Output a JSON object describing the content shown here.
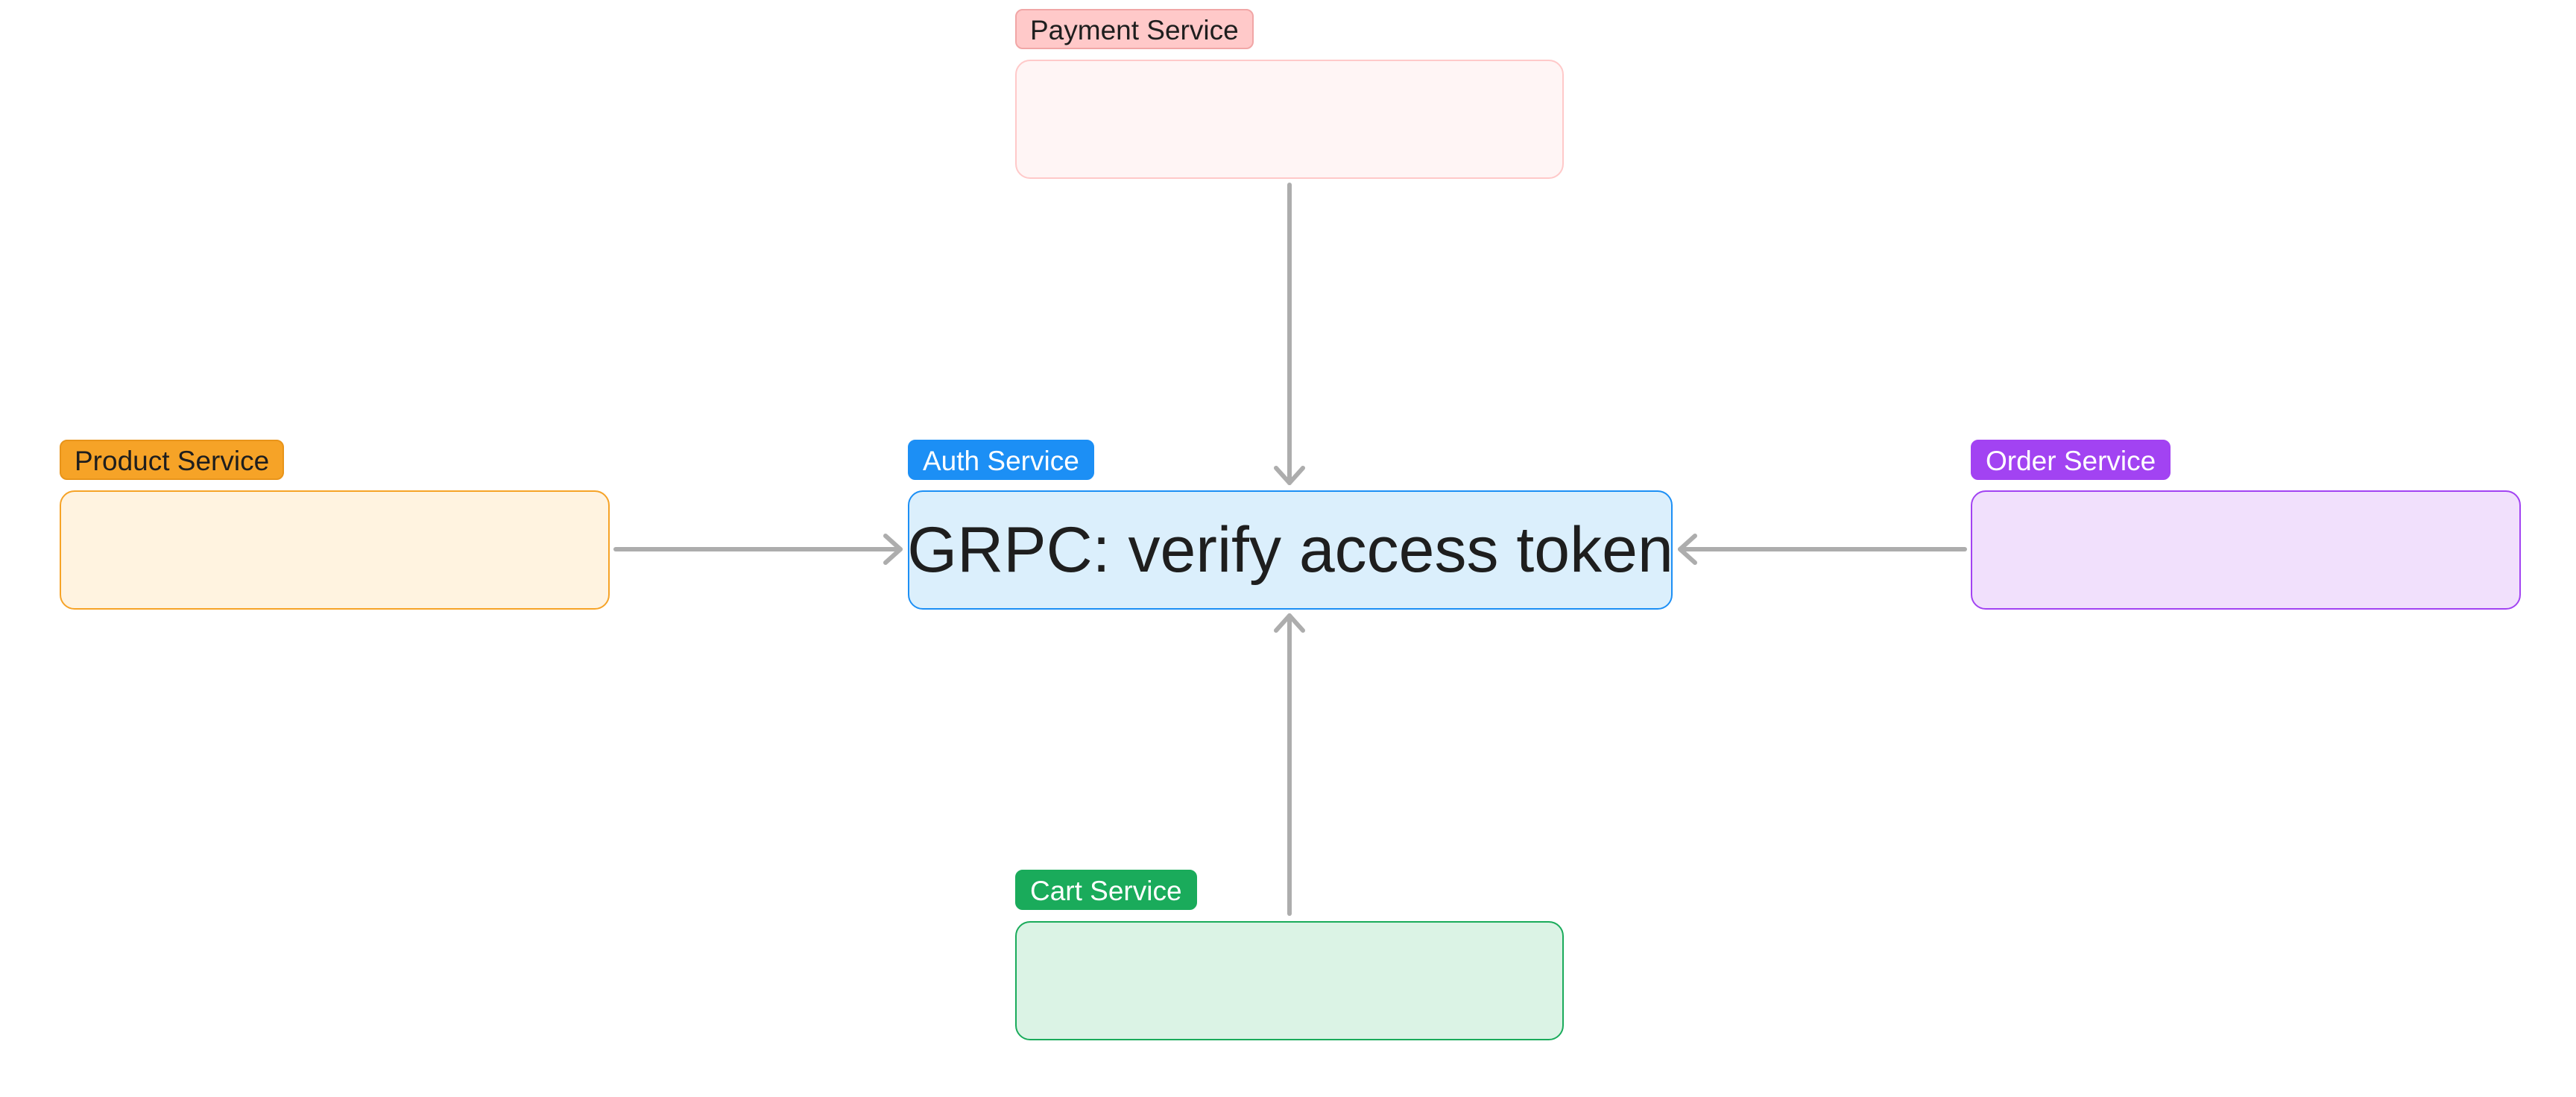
{
  "nodes": {
    "payment": {
      "label": "Payment Service",
      "text": ""
    },
    "product": {
      "label": "Product Service",
      "text": ""
    },
    "auth": {
      "label": "Auth Service",
      "text": "GRPC: verify access token"
    },
    "order": {
      "label": "Order Service",
      "text": ""
    },
    "cart": {
      "label": "Cart Service",
      "text": ""
    }
  },
  "colors": {
    "payment": {
      "tag_bg": "#ffc9c9",
      "tag_border": "#f1a6a6",
      "tag_text": "#1e1e1e",
      "box_bg": "#fff5f5",
      "box_border": "#ffc9c9"
    },
    "product": {
      "tag_bg": "#f6a327",
      "tag_border": "#e8941a",
      "tag_text": "#1e1e1e",
      "box_bg": "#fff3e0",
      "box_border": "#f6a327"
    },
    "auth": {
      "tag_bg": "#1c8ff5",
      "tag_border": "#1c8ff5",
      "tag_text": "#ffffff",
      "box_bg": "#dbeffc",
      "box_border": "#1c8ff5"
    },
    "order": {
      "tag_bg": "#a243f2",
      "tag_border": "#a243f2",
      "tag_text": "#ffffff",
      "box_bg": "#f1e0fc",
      "box_border": "#a243f2"
    },
    "cart": {
      "tag_bg": "#1aab5b",
      "tag_border": "#1aab5b",
      "tag_text": "#ffffff",
      "box_bg": "#dbf3e5",
      "box_border": "#1aab5b"
    },
    "arrow": "#adadad"
  },
  "edges": [
    {
      "from": "payment",
      "to": "auth"
    },
    {
      "from": "product",
      "to": "auth"
    },
    {
      "from": "order",
      "to": "auth"
    },
    {
      "from": "cart",
      "to": "auth"
    }
  ]
}
